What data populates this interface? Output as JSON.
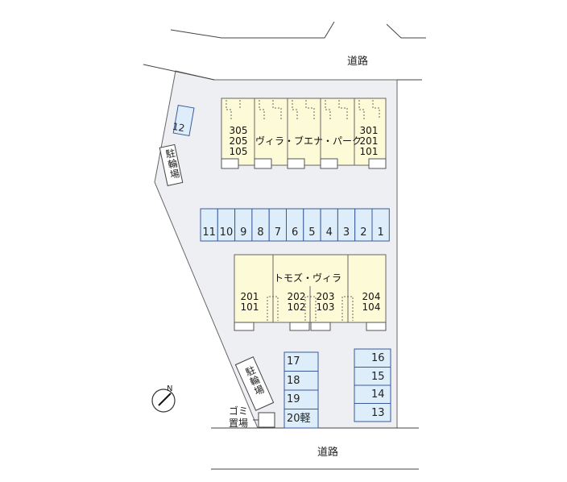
{
  "roads": {
    "top_label": "道路",
    "bottom_label": "道路"
  },
  "building_a": {
    "name": "ヴィラ・ブエナ・パーク",
    "left_rooms": "305\n205\n105",
    "right_rooms": "301\n201\n101"
  },
  "building_b": {
    "name": "トモズ・ヴィラ",
    "rooms": [
      "201\n101",
      "202\n102",
      "203\n103",
      "204\n104"
    ]
  },
  "parking_row": [
    "11",
    "10",
    "9",
    "8",
    "7",
    "6",
    "5",
    "4",
    "3",
    "2",
    "1"
  ],
  "parking_left_col": [
    "17",
    "18",
    "19",
    "20軽"
  ],
  "parking_right_col": [
    "16",
    "15",
    "14",
    "13"
  ],
  "parking_single": "12",
  "bicycle_parking_upper": "駐輪場",
  "bicycle_parking_lower": "駐輪場",
  "garbage_area": "ゴミ\n置場",
  "compass": {
    "label": "N",
    "icon": "north-arrow-icon"
  },
  "colors": {
    "lot": "#eeeff3",
    "building": "#fdfad8",
    "parking": "#ddeefa",
    "outline": "#444444"
  }
}
